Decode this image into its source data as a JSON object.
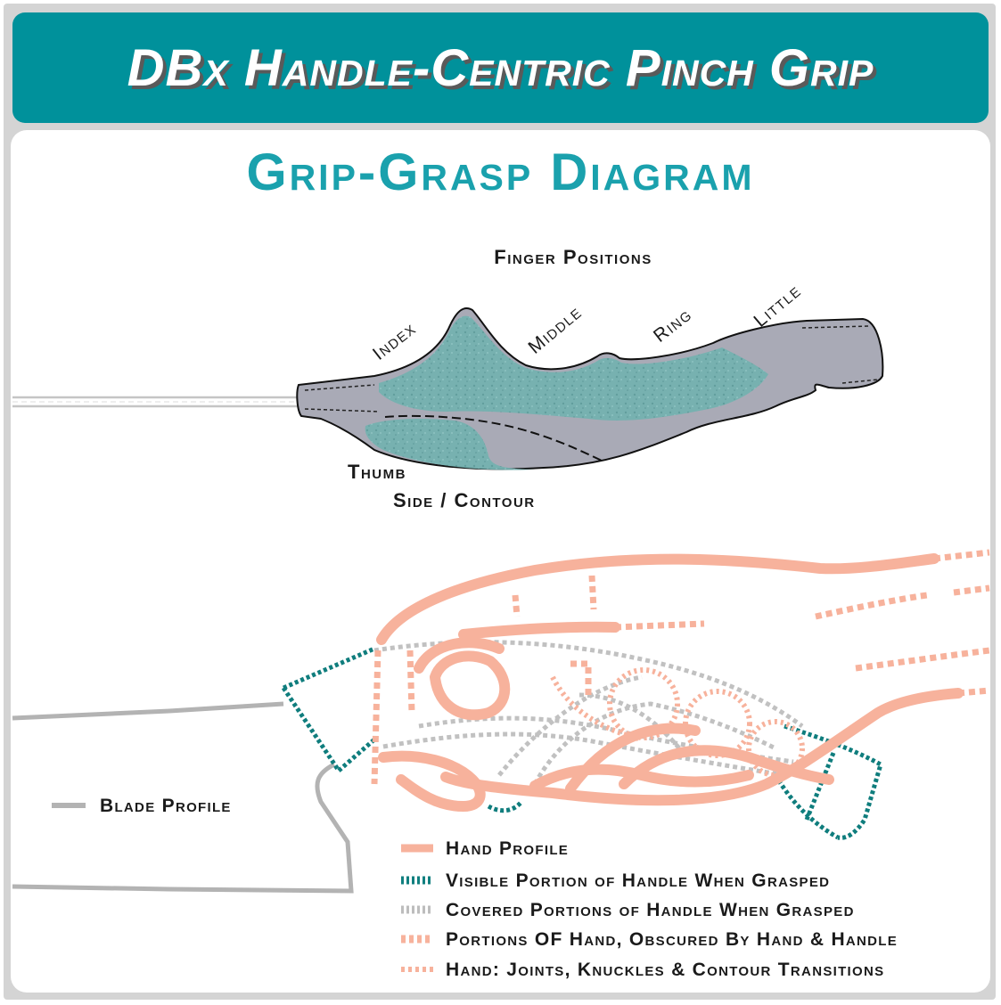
{
  "header": {
    "title": "DBx Handle-Centric Pinch Grip",
    "subtitle": "Grip-Grasp Diagram"
  },
  "handle_diagram": {
    "heading": "Finger Positions",
    "fingers": [
      "Index",
      "Middle",
      "Ring",
      "Little"
    ],
    "thumb_label": "Thumb",
    "contour_label": "Side / Contour"
  },
  "blade_label": "Blade Profile",
  "legend": [
    {
      "label": "Hand Profile",
      "color": "#f7b29c",
      "style": "solid"
    },
    {
      "label": "Visible Portion of Handle When Grasped",
      "color": "#107f7f",
      "style": "dashed"
    },
    {
      "label": "Covered Portions of Handle When Grasped",
      "color": "#bdbdbd",
      "style": "dashed"
    },
    {
      "label": "Portions OF Hand, Obscured By Hand & Handle",
      "color": "#f7b29c",
      "style": "dashed"
    },
    {
      "label": "Hand: Joints, Knuckles & Contour Transitions",
      "color": "#f7b29c",
      "style": "dotted"
    }
  ],
  "colors": {
    "banner": "#00919b",
    "subtitle": "#1aa1ad",
    "handle": "#a8a9b5",
    "grip_area": "#74b1b0"
  }
}
